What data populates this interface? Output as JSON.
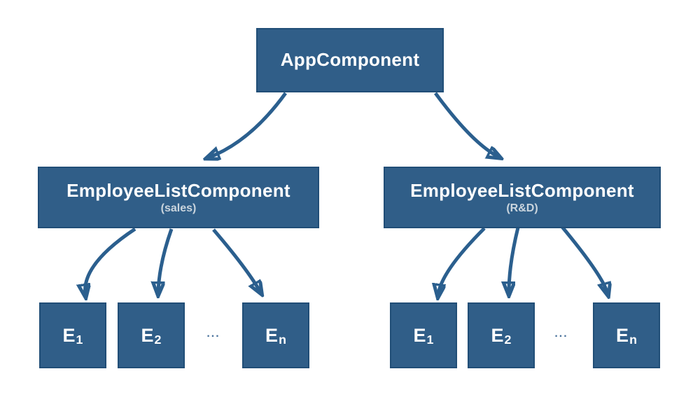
{
  "palette": {
    "background": "#ffffff",
    "node_fill": "#305e88",
    "node_border": "#214e77",
    "arrow": "#2b5f8e",
    "title_text": "#ffffff",
    "subtitle_text": "#c9d4dd",
    "ellipsis_text": "#48719b"
  },
  "nodes": {
    "app": {
      "label": "AppComponent"
    },
    "sales": {
      "label": "EmployeeListComponent",
      "sublabel": "(sales)",
      "ellipsis": "...",
      "children": [
        {
          "base": "E",
          "sub": "1"
        },
        {
          "base": "E",
          "sub": "2"
        },
        {
          "base": "E",
          "sub": "n"
        }
      ]
    },
    "rd": {
      "label": "EmployeeListComponent",
      "sublabel": "(R&D)",
      "ellipsis": "...",
      "children": [
        {
          "base": "E",
          "sub": "1"
        },
        {
          "base": "E",
          "sub": "2"
        },
        {
          "base": "E",
          "sub": "n"
        }
      ]
    }
  }
}
